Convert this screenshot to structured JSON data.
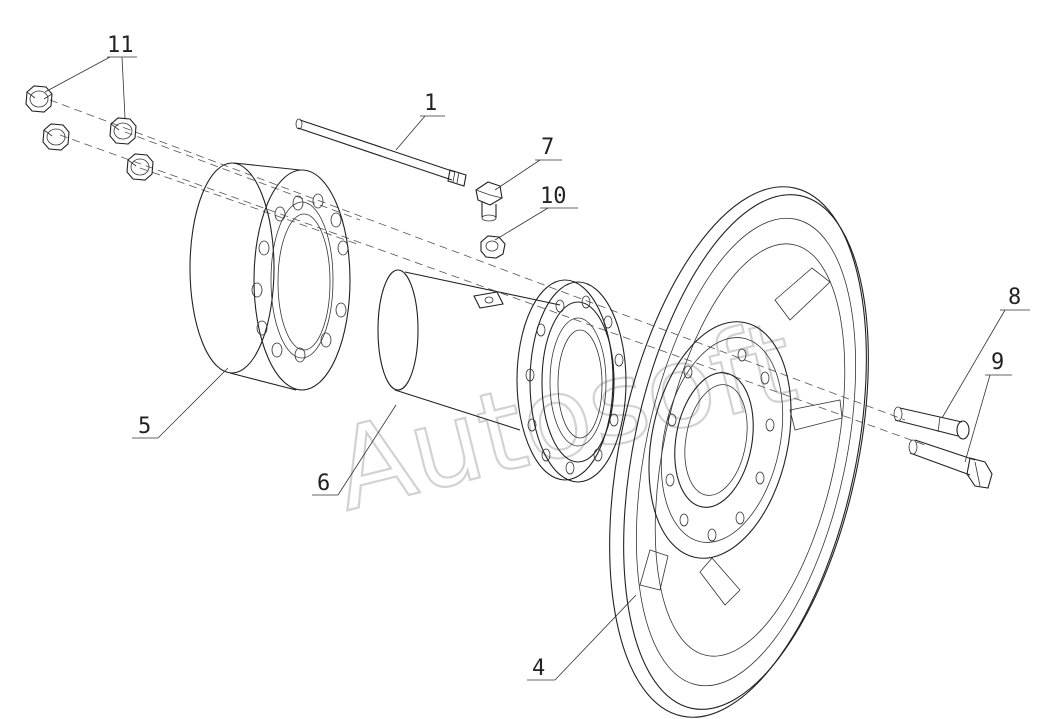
{
  "watermark": "Autosoft",
  "labels": {
    "part_1": "1",
    "part_4": "4",
    "part_5": "5",
    "part_6": "6",
    "part_7": "7",
    "part_8": "8",
    "part_9": "9",
    "part_10": "10",
    "part_11": "11"
  },
  "colors": {
    "line": "#222222",
    "watermark": "#d2d2d2",
    "background": "#ffffff"
  }
}
